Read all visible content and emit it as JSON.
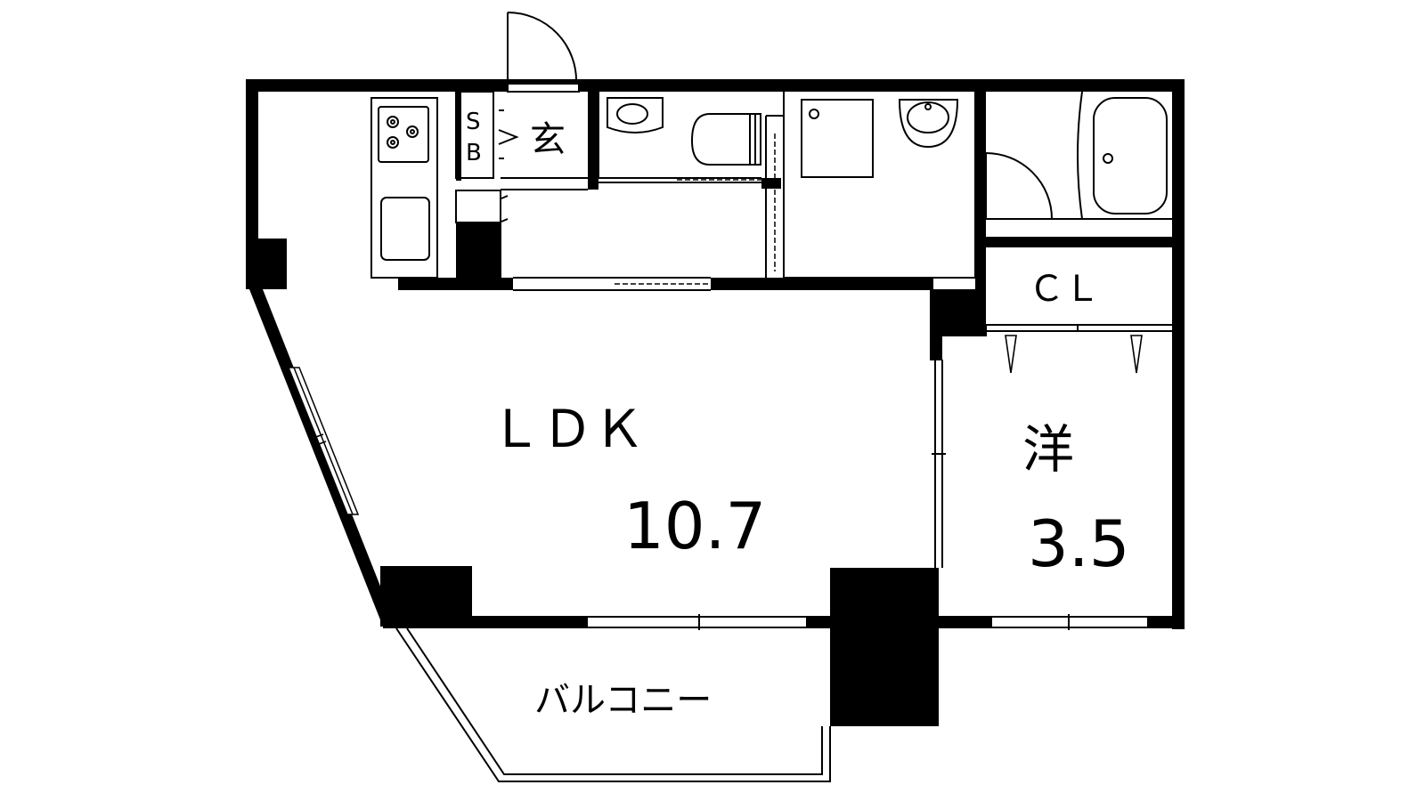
{
  "colors": {
    "wall": "#000000",
    "background": "#ffffff"
  },
  "rooms": {
    "ldk": {
      "name": "ＬＤＫ",
      "area": "10.7"
    },
    "western": {
      "name": "洋",
      "area": "3.5"
    },
    "closet": {
      "name": "ＣＬ"
    },
    "entrance": {
      "name": "玄"
    },
    "shoe_box": {
      "line1": "S",
      "line2": "B"
    },
    "balcony": {
      "name": "バルコニー"
    }
  }
}
